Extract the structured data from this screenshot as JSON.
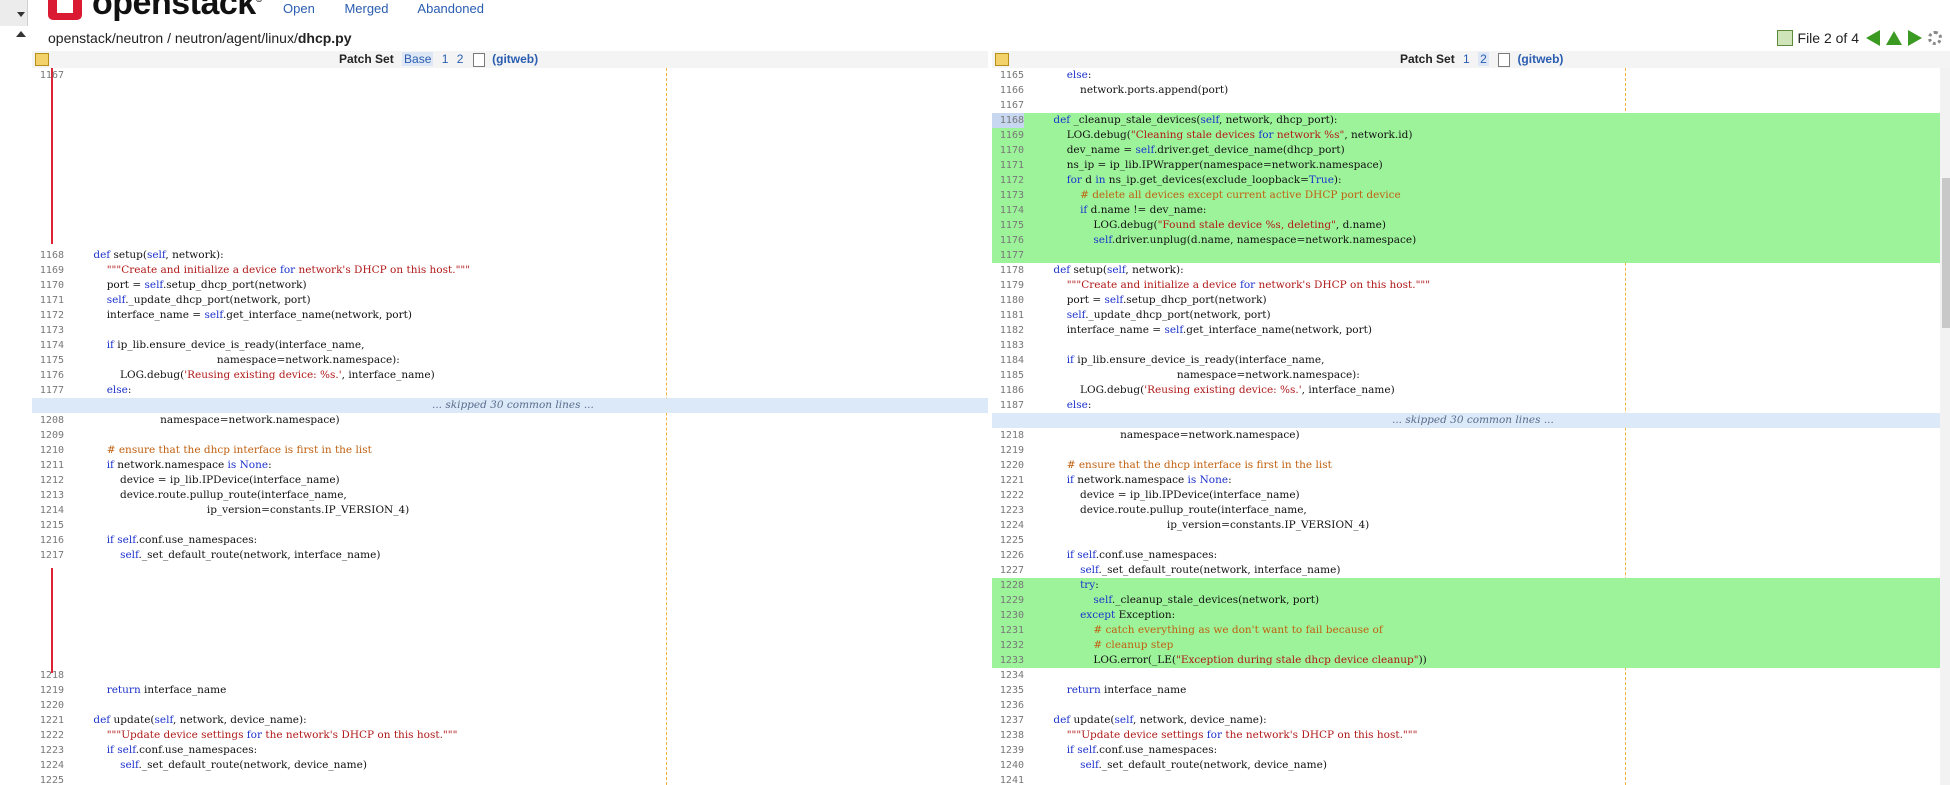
{
  "nav": {
    "logo_text": "openstack",
    "logo_mark": "®",
    "links": [
      "Open",
      "Merged",
      "Abandoned"
    ]
  },
  "file": {
    "path_prefix": "openstack/neutron / neutron/agent/linux/",
    "filename": "dhcp.py",
    "counter": "File 2 of 4",
    "icons": [
      "file-reviewed-icon",
      "prev-file-icon",
      "up-icon",
      "next-file-icon",
      "settings-gear-icon"
    ]
  },
  "left_header": {
    "label": "Patch Set",
    "links": [
      "Base",
      "1",
      "2"
    ],
    "selected": "Base",
    "gitweb": "(gitweb)"
  },
  "right_header": {
    "label": "Patch Set",
    "links": [
      "1",
      "2"
    ],
    "selected": "2",
    "gitweb": "(gitweb)"
  },
  "skip_text": "... skipped 30 common lines ...",
  "colors": {
    "added_bg": "#9df39a",
    "skip_bg": "#dbe9f8",
    "keyword": "#1d33cc",
    "string": "#b01a1a",
    "comment": "#c06010",
    "link": "#2a5db0",
    "edit_marker": "#dd2233"
  },
  "left_lines": [
    {
      "n": "1167",
      "c": ""
    },
    {
      "n": "",
      "c": ""
    },
    {
      "n": "",
      "c": ""
    },
    {
      "n": "",
      "c": ""
    },
    {
      "n": "",
      "c": ""
    },
    {
      "n": "",
      "c": ""
    },
    {
      "n": "",
      "c": ""
    },
    {
      "n": "",
      "c": ""
    },
    {
      "n": "",
      "c": ""
    },
    {
      "n": "",
      "c": ""
    },
    {
      "n": "",
      "c": ""
    },
    {
      "n": "",
      "c": ""
    },
    {
      "n": "1168",
      "c": "    def setup(self, network):"
    },
    {
      "n": "1169",
      "c": "        \"\"\"Create and initialize a device for network's DHCP on this host.\"\"\""
    },
    {
      "n": "1170",
      "c": "        port = self.setup_dhcp_port(network)"
    },
    {
      "n": "1171",
      "c": "        self._update_dhcp_port(network, port)"
    },
    {
      "n": "1172",
      "c": "        interface_name = self.get_interface_name(network, port)"
    },
    {
      "n": "1173",
      "c": ""
    },
    {
      "n": "1174",
      "c": "        if ip_lib.ensure_device_is_ready(interface_name,"
    },
    {
      "n": "1175",
      "c": "                                         namespace=network.namespace):"
    },
    {
      "n": "1176",
      "c": "            LOG.debug('Reusing existing device: %s.', interface_name)"
    },
    {
      "n": "1177",
      "c": "        else:"
    },
    {
      "n": "",
      "c": "",
      "skip": true
    },
    {
      "n": "1208",
      "c": "                        namespace=network.namespace)"
    },
    {
      "n": "1209",
      "c": ""
    },
    {
      "n": "1210",
      "c": "        # ensure that the dhcp interface is first in the list"
    },
    {
      "n": "1211",
      "c": "        if network.namespace is None:"
    },
    {
      "n": "1212",
      "c": "            device = ip_lib.IPDevice(interface_name)"
    },
    {
      "n": "1213",
      "c": "            device.route.pullup_route(interface_name,"
    },
    {
      "n": "1214",
      "c": "                                      ip_version=constants.IP_VERSION_4)"
    },
    {
      "n": "1215",
      "c": ""
    },
    {
      "n": "1216",
      "c": "        if self.conf.use_namespaces:"
    },
    {
      "n": "1217",
      "c": "            self._set_default_route(network, interface_name)"
    },
    {
      "n": "",
      "c": ""
    },
    {
      "n": "",
      "c": ""
    },
    {
      "n": "",
      "c": ""
    },
    {
      "n": "",
      "c": ""
    },
    {
      "n": "",
      "c": ""
    },
    {
      "n": "",
      "c": ""
    },
    {
      "n": "",
      "c": ""
    },
    {
      "n": "1218",
      "c": ""
    },
    {
      "n": "1219",
      "c": "        return interface_name"
    },
    {
      "n": "1220",
      "c": ""
    },
    {
      "n": "1221",
      "c": "    def update(self, network, device_name):"
    },
    {
      "n": "1222",
      "c": "        \"\"\"Update device settings for the network's DHCP on this host.\"\"\""
    },
    {
      "n": "1223",
      "c": "        if self.conf.use_namespaces:"
    },
    {
      "n": "1224",
      "c": "            self._set_default_route(network, device_name)"
    },
    {
      "n": "1225",
      "c": ""
    }
  ],
  "right_lines": [
    {
      "n": "1165",
      "c": "        else:"
    },
    {
      "n": "1166",
      "c": "            network.ports.append(port)"
    },
    {
      "n": "1167",
      "c": ""
    },
    {
      "n": "1168",
      "c": "    def _cleanup_stale_devices(self, network, dhcp_port):",
      "add": true,
      "cur": true
    },
    {
      "n": "1169",
      "c": "        LOG.debug(\"Cleaning stale devices for network %s\", network.id)",
      "add": true
    },
    {
      "n": "1170",
      "c": "        dev_name = self.driver.get_device_name(dhcp_port)",
      "add": true
    },
    {
      "n": "1171",
      "c": "        ns_ip = ip_lib.IPWrapper(namespace=network.namespace)",
      "add": true
    },
    {
      "n": "1172",
      "c": "        for d in ns_ip.get_devices(exclude_loopback=True):",
      "add": true
    },
    {
      "n": "1173",
      "c": "            # delete all devices except current active DHCP port device",
      "add": true
    },
    {
      "n": "1174",
      "c": "            if d.name != dev_name:",
      "add": true
    },
    {
      "n": "1175",
      "c": "                LOG.debug(\"Found stale device %s, deleting\", d.name)",
      "add": true
    },
    {
      "n": "1176",
      "c": "                self.driver.unplug(d.name, namespace=network.namespace)",
      "add": true
    },
    {
      "n": "1177",
      "c": "",
      "add": true
    },
    {
      "n": "1178",
      "c": "    def setup(self, network):"
    },
    {
      "n": "1179",
      "c": "        \"\"\"Create and initialize a device for network's DHCP on this host.\"\"\""
    },
    {
      "n": "1180",
      "c": "        port = self.setup_dhcp_port(network)"
    },
    {
      "n": "1181",
      "c": "        self._update_dhcp_port(network, port)"
    },
    {
      "n": "1182",
      "c": "        interface_name = self.get_interface_name(network, port)"
    },
    {
      "n": "1183",
      "c": ""
    },
    {
      "n": "1184",
      "c": "        if ip_lib.ensure_device_is_ready(interface_name,"
    },
    {
      "n": "1185",
      "c": "                                         namespace=network.namespace):"
    },
    {
      "n": "1186",
      "c": "            LOG.debug('Reusing existing device: %s.', interface_name)"
    },
    {
      "n": "1187",
      "c": "        else:"
    },
    {
      "n": "",
      "c": "",
      "skip": true
    },
    {
      "n": "1218",
      "c": "                        namespace=network.namespace)"
    },
    {
      "n": "1219",
      "c": ""
    },
    {
      "n": "1220",
      "c": "        # ensure that the dhcp interface is first in the list"
    },
    {
      "n": "1221",
      "c": "        if network.namespace is None:"
    },
    {
      "n": "1222",
      "c": "            device = ip_lib.IPDevice(interface_name)"
    },
    {
      "n": "1223",
      "c": "            device.route.pullup_route(interface_name,"
    },
    {
      "n": "1224",
      "c": "                                      ip_version=constants.IP_VERSION_4)"
    },
    {
      "n": "1225",
      "c": ""
    },
    {
      "n": "1226",
      "c": "        if self.conf.use_namespaces:"
    },
    {
      "n": "1227",
      "c": "            self._set_default_route(network, interface_name)"
    },
    {
      "n": "1228",
      "c": "            try:",
      "add": true
    },
    {
      "n": "1229",
      "c": "                self._cleanup_stale_devices(network, port)",
      "add": true
    },
    {
      "n": "1230",
      "c": "            except Exception:",
      "add": true
    },
    {
      "n": "1231",
      "c": "                # catch everything as we don't want to fail because of",
      "add": true
    },
    {
      "n": "1232",
      "c": "                # cleanup step",
      "add": true
    },
    {
      "n": "1233",
      "c": "                LOG.error(_LE(\"Exception during stale dhcp device cleanup\"))",
      "add": true
    },
    {
      "n": "1234",
      "c": ""
    },
    {
      "n": "1235",
      "c": "        return interface_name"
    },
    {
      "n": "1236",
      "c": ""
    },
    {
      "n": "1237",
      "c": "    def update(self, network, device_name):"
    },
    {
      "n": "1238",
      "c": "        \"\"\"Update device settings for the network's DHCP on this host.\"\"\""
    },
    {
      "n": "1239",
      "c": "        if self.conf.use_namespaces:"
    },
    {
      "n": "1240",
      "c": "            self._set_default_route(network, device_name)"
    },
    {
      "n": "1241",
      "c": ""
    }
  ]
}
